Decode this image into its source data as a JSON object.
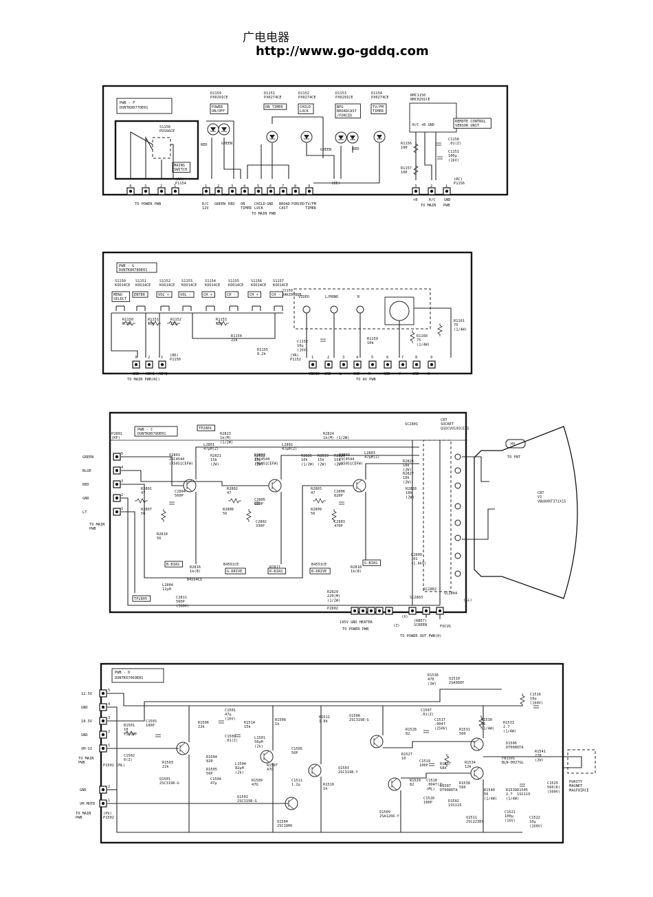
{
  "header": {
    "title_cn": "广电电器",
    "url": "http://www.go-gddq.com"
  },
  "panels": [
    {
      "pwb_label": "PWB - F",
      "pwb_code": "DUNTK8077DE01",
      "plug_left": "(AA)\nP1154",
      "plug_right": "(RC)\nP1156",
      "left_pins": [
        "4",
        "3",
        "2",
        "1"
      ],
      "left_caption": "TO POWER PWB",
      "mid_pins": [
        "1",
        "2",
        "3",
        "4",
        "5",
        "6",
        "7",
        "8",
        "9"
      ],
      "mid_labels": [
        "R/C\n12V",
        "GREEN",
        "RED",
        "ON\nTIMER",
        "CHILD\nLOCK",
        "GND",
        "BROAD\nCAST",
        "FORCED",
        "TV/FM\nTIMER"
      ],
      "mid_caption": "TO MAIN PWB",
      "right_pins": [
        "3",
        "2",
        "1"
      ],
      "right_labels": [
        "+B",
        "R/C",
        "GND"
      ],
      "right_caption1": "TO MAIN",
      "right_caption2": "PWB",
      "switch": {
        "ref": "S1158",
        "part": "PUS66CE",
        "label": "MAINS\nSWITCH"
      },
      "leds": [
        {
          "ref": "D1159",
          "part": "PX0291CE",
          "label": "POWER\nON/OFF"
        },
        {
          "ref": "D1151",
          "part": "PX0274CE",
          "label": "ON TIMER"
        },
        {
          "ref": "D1152",
          "part": "PX0274CE",
          "label": "CHILD\nLOCK"
        },
        {
          "ref": "D1153",
          "part": "PX0291CE",
          "label": "NPG\nBROADCAST\n/FORCED"
        },
        {
          "ref": "D1154",
          "part": "PX0274CE",
          "label": "TV/FM\nTIMER"
        }
      ],
      "colors": [
        "RED",
        "GREEN",
        "GREEN",
        "RED"
      ],
      "sensor": {
        "ref": "RMC1150",
        "part": "RMC0291CE",
        "label": "REMOTE CONTROL\nSENSOR UNIT",
        "pins": "R/C  +B  GND"
      },
      "parts": [
        "R1156\n100",
        "R1157\n100",
        "C1150\n.01(Z)",
        "C1151\n100µ\n(16V)",
        "(EE)"
      ]
    },
    {
      "pwb_label": "PWB - G",
      "pwb_code": "DUNTK8078DE01",
      "switches": [
        {
          "ref": "S1150",
          "part": "KOO14CE",
          "label": "MENU\nSELECT"
        },
        {
          "ref": "S1151",
          "part": "KOO14CE",
          "label": "ENTER"
        },
        {
          "ref": "S1152",
          "part": "KOO14CE",
          "label": "VOL +"
        },
        {
          "ref": "S1153",
          "part": "KOO14CE",
          "label": "VOL -"
        },
        {
          "ref": "S1154",
          "part": "KOO14CE",
          "label": "CH +"
        },
        {
          "ref": "S1155",
          "part": "KOO14CE",
          "label": "CH -"
        },
        {
          "ref": "S1156",
          "part": "KOO14CE",
          "label": "CH +"
        },
        {
          "ref": "S1157",
          "part": "KOO14CE",
          "label": "CH -"
        }
      ],
      "resistors": [
        "R1150\n8.2k",
        "R1151\n12k",
        "R1152\n22k",
        "R1153\n12k",
        "R1154\n22k",
        "R1155\n8.2k"
      ],
      "jack": {
        "ref": "J1150",
        "part": "JAKZ008DE",
        "labels": [
          "VIDEO",
          "L/MONO",
          "R"
        ]
      },
      "left_plug": "P1150",
      "left_plug_tag": "(RD)",
      "left_pins": [
        "3",
        "2",
        "1"
      ],
      "left_labels": [
        "GND",
        "KEY1",
        "KEY2"
      ],
      "left_caption": "TO MAIN PWB(RC)",
      "right_plug": "P1152",
      "right_plug_tag": "(VR)",
      "right_pins": [
        "1",
        "2",
        "3",
        "4",
        "5",
        "6",
        "7",
        "8",
        "9"
      ],
      "right_labels": [
        "VIDEO",
        "GND",
        "L",
        "GND",
        "R",
        "GND",
        "Y",
        "GND",
        "C"
      ],
      "right_caption": "TO AV PWB",
      "parts": [
        "C1152\n10µ\n(16V)",
        "R1159\n10k",
        "R1160\n75\n(1/4W)",
        "R1161\n75\n(1/4W)"
      ]
    },
    {
      "pwb_label": "PWB - C",
      "pwb_code": "DUNTK8079DE01",
      "inputs": [
        {
          "pin": "5",
          "label": "GREEN"
        },
        {
          "pin": "4",
          "label": "BLUE"
        },
        {
          "pin": "3",
          "label": "RED"
        },
        {
          "pin": "2",
          "label": "GND"
        },
        {
          "pin": "1",
          "label": "LT"
        }
      ],
      "input_caption": "TO MAIN\nPWB",
      "plug_in": "P2801\n(KF)",
      "transistors": [
        {
          "ref": "Q2801",
          "part": "2SC4544\n(R5051CEFW)"
        },
        {
          "ref": "Q2802",
          "part": "2SC4544\n(R5051CEFW)"
        },
        {
          "ref": "Q2803",
          "part": "2SC4544\n(R5051CEFW)"
        }
      ],
      "tags": [
        "TP2801",
        "TP2805",
        "B-BIAS",
        "G-DRIVE",
        "R-BIAS",
        "B-DRIVE",
        "G-BIAS",
        "R-BIAS"
      ],
      "parts": [
        "R2801\n47",
        "R2802\n47",
        "R2803\n47",
        "R2807\n56",
        "R2808\n56",
        "R2809\n56",
        "R2810\n56",
        "R2823\n1k(M)\n(1/2W)",
        "R2824\n1k(M) (1/2W)",
        "L2801\n47µH(Z)",
        "L2802\n47µH(Z)",
        "L2803\n47µH(Z)",
        "C2804\n560P",
        "C2805\n680P",
        "C2806\n820P",
        "C2802\n330P",
        "C2803\n470P",
        "R2816\n1k(B)",
        "R2817\n1k(B)",
        "R2818\n1k(B)",
        "R2821\n15k\n(2W)",
        "R2822\n15k\n(2W)",
        "R2825\n10k\n(1/2W)",
        "R2826\n18k\n(2W)",
        "R2827\n18k\n(2W)",
        "R2828\n18k\n(2W)",
        "R2819\n15k\n(2W)",
        "R2820\n15k\n(2W)",
        "C2809\n.01\n(1.4kV)",
        "L2804\n12µH",
        "C2811\n560P\n(560V)",
        "R2829\n220(M)\n(1/2W)"
      ],
      "ics": [
        "B4564CE",
        "B4561CE",
        "B4551CE"
      ],
      "crt": {
        "ref": "V1",
        "label": "CRT",
        "part": "VBU8XRT371X15",
        "socket": "CRT\nSOCKET\nQSOCV0195CEZS",
        "socket_ref": "SC2801"
      },
      "hv": "HV",
      "hv_caption": "TO FBT",
      "plug_out": "P2802",
      "out_labels": [
        "195V",
        "GND",
        "HEATER"
      ],
      "out_caption": "TO POWER PWB",
      "focus": "FOCUS",
      "screen": "(KB57)\nSCREEN",
      "screen_caption": "TO POWER OUT PWB(H)",
      "misc": [
        "SC2803",
        "SC2804",
        "SC2802",
        "(LL)",
        "(Z)",
        "(X)"
      ]
    },
    {
      "pwb_label": "PWB - D",
      "pwb_code": "DUNTK67060EB1",
      "inputs": [
        {
          "pin": "5",
          "label": "12.5V"
        },
        {
          "pin": "4",
          "label": "GND"
        },
        {
          "pin": "3",
          "label": "18.5V"
        },
        {
          "pin": "2",
          "label": "GND"
        },
        {
          "pin": "1",
          "label": "VM-SI"
        }
      ],
      "input_caption": "TO MAIN\nPWB",
      "plug_in": "P1501 (ML)",
      "inputs2": [
        {
          "pin": "2",
          "label": "GND"
        },
        {
          "pin": "1",
          "label": "VM MUTE"
        }
      ],
      "input2_caption": "TO MAIN\nPWB",
      "plug_in2": "(PV)\nP1502",
      "transistors": [
        {
          "ref": "Q1501",
          "part": "2SC3198-G"
        },
        {
          "ref": "Q1502",
          "part": "2SC3198-G"
        },
        {
          "ref": "Q1503",
          "part": "2SC3198-Y"
        },
        {
          "ref": "Q1504",
          "part": "2SC1906"
        },
        {
          "ref": "Q1508",
          "part": "2SC3198-G"
        },
        {
          "ref": "Q1509",
          "part": "2SA1266-Y"
        },
        {
          "ref": "Q1510",
          "part": "2SA968Y"
        },
        {
          "ref": "Q1511",
          "part": "2SC2238Y"
        }
      ],
      "parts": [
        "R1536\n470\n(1W)",
        "R1501\n10\n(1/2W)",
        "C1503\n100P",
        "C1502\n6(Z)",
        "R1503\n22k",
        "R1504\n820",
        "R1505\n56P",
        "C1504\n47µ",
        "R1506\n22k",
        "C1501\n47µ\n(16V)",
        "C1509\n.01(Z)",
        "R1514\n15k",
        "L1501\n56µH\n(2k)",
        "R1508\n1k",
        "L1504\n82µH\n(2k)",
        "R1509\n47Ω",
        "R1507\n47Ω",
        "C1505\n56P",
        "C1511\n1.2µ",
        "R1511\n1.8k",
        "R1510\n1k",
        "C1507\n.01(Z)",
        "R1528\n82",
        "R1527\n10",
        "R1529\n82",
        "C1517\n.0047\n(250V)",
        "C1519\n100P",
        "R1537\n68k",
        "C1518\n.0047(Z)\n(ML)",
        "C1520\n100P",
        "R1531\n560",
        "R1530\n56\n(1/4W)",
        "R1538\n560",
        "R1534\n12k",
        "R1540\n56\n(1/4W)",
        "R1539\n2.7\n(1/4W)",
        "C1521\n100µ\n(16V)",
        "R1533\n2.7\n(1/4W)",
        "C1522\n10µ\n(160V)",
        "C1516\n10µ\n(160V)",
        "R1541\n220\n(2W)",
        "C1525\n560(K)\n(500V)",
        "FB1501\nBLN-0027GL",
        "D1506\nDT0086TA",
        "D1507\nDT0086TA",
        "D1502\n1SS119",
        "D1505\n1SS119"
      ],
      "purity": "PURITY\nMAGNET\nMAGF0IRCE"
    }
  ]
}
